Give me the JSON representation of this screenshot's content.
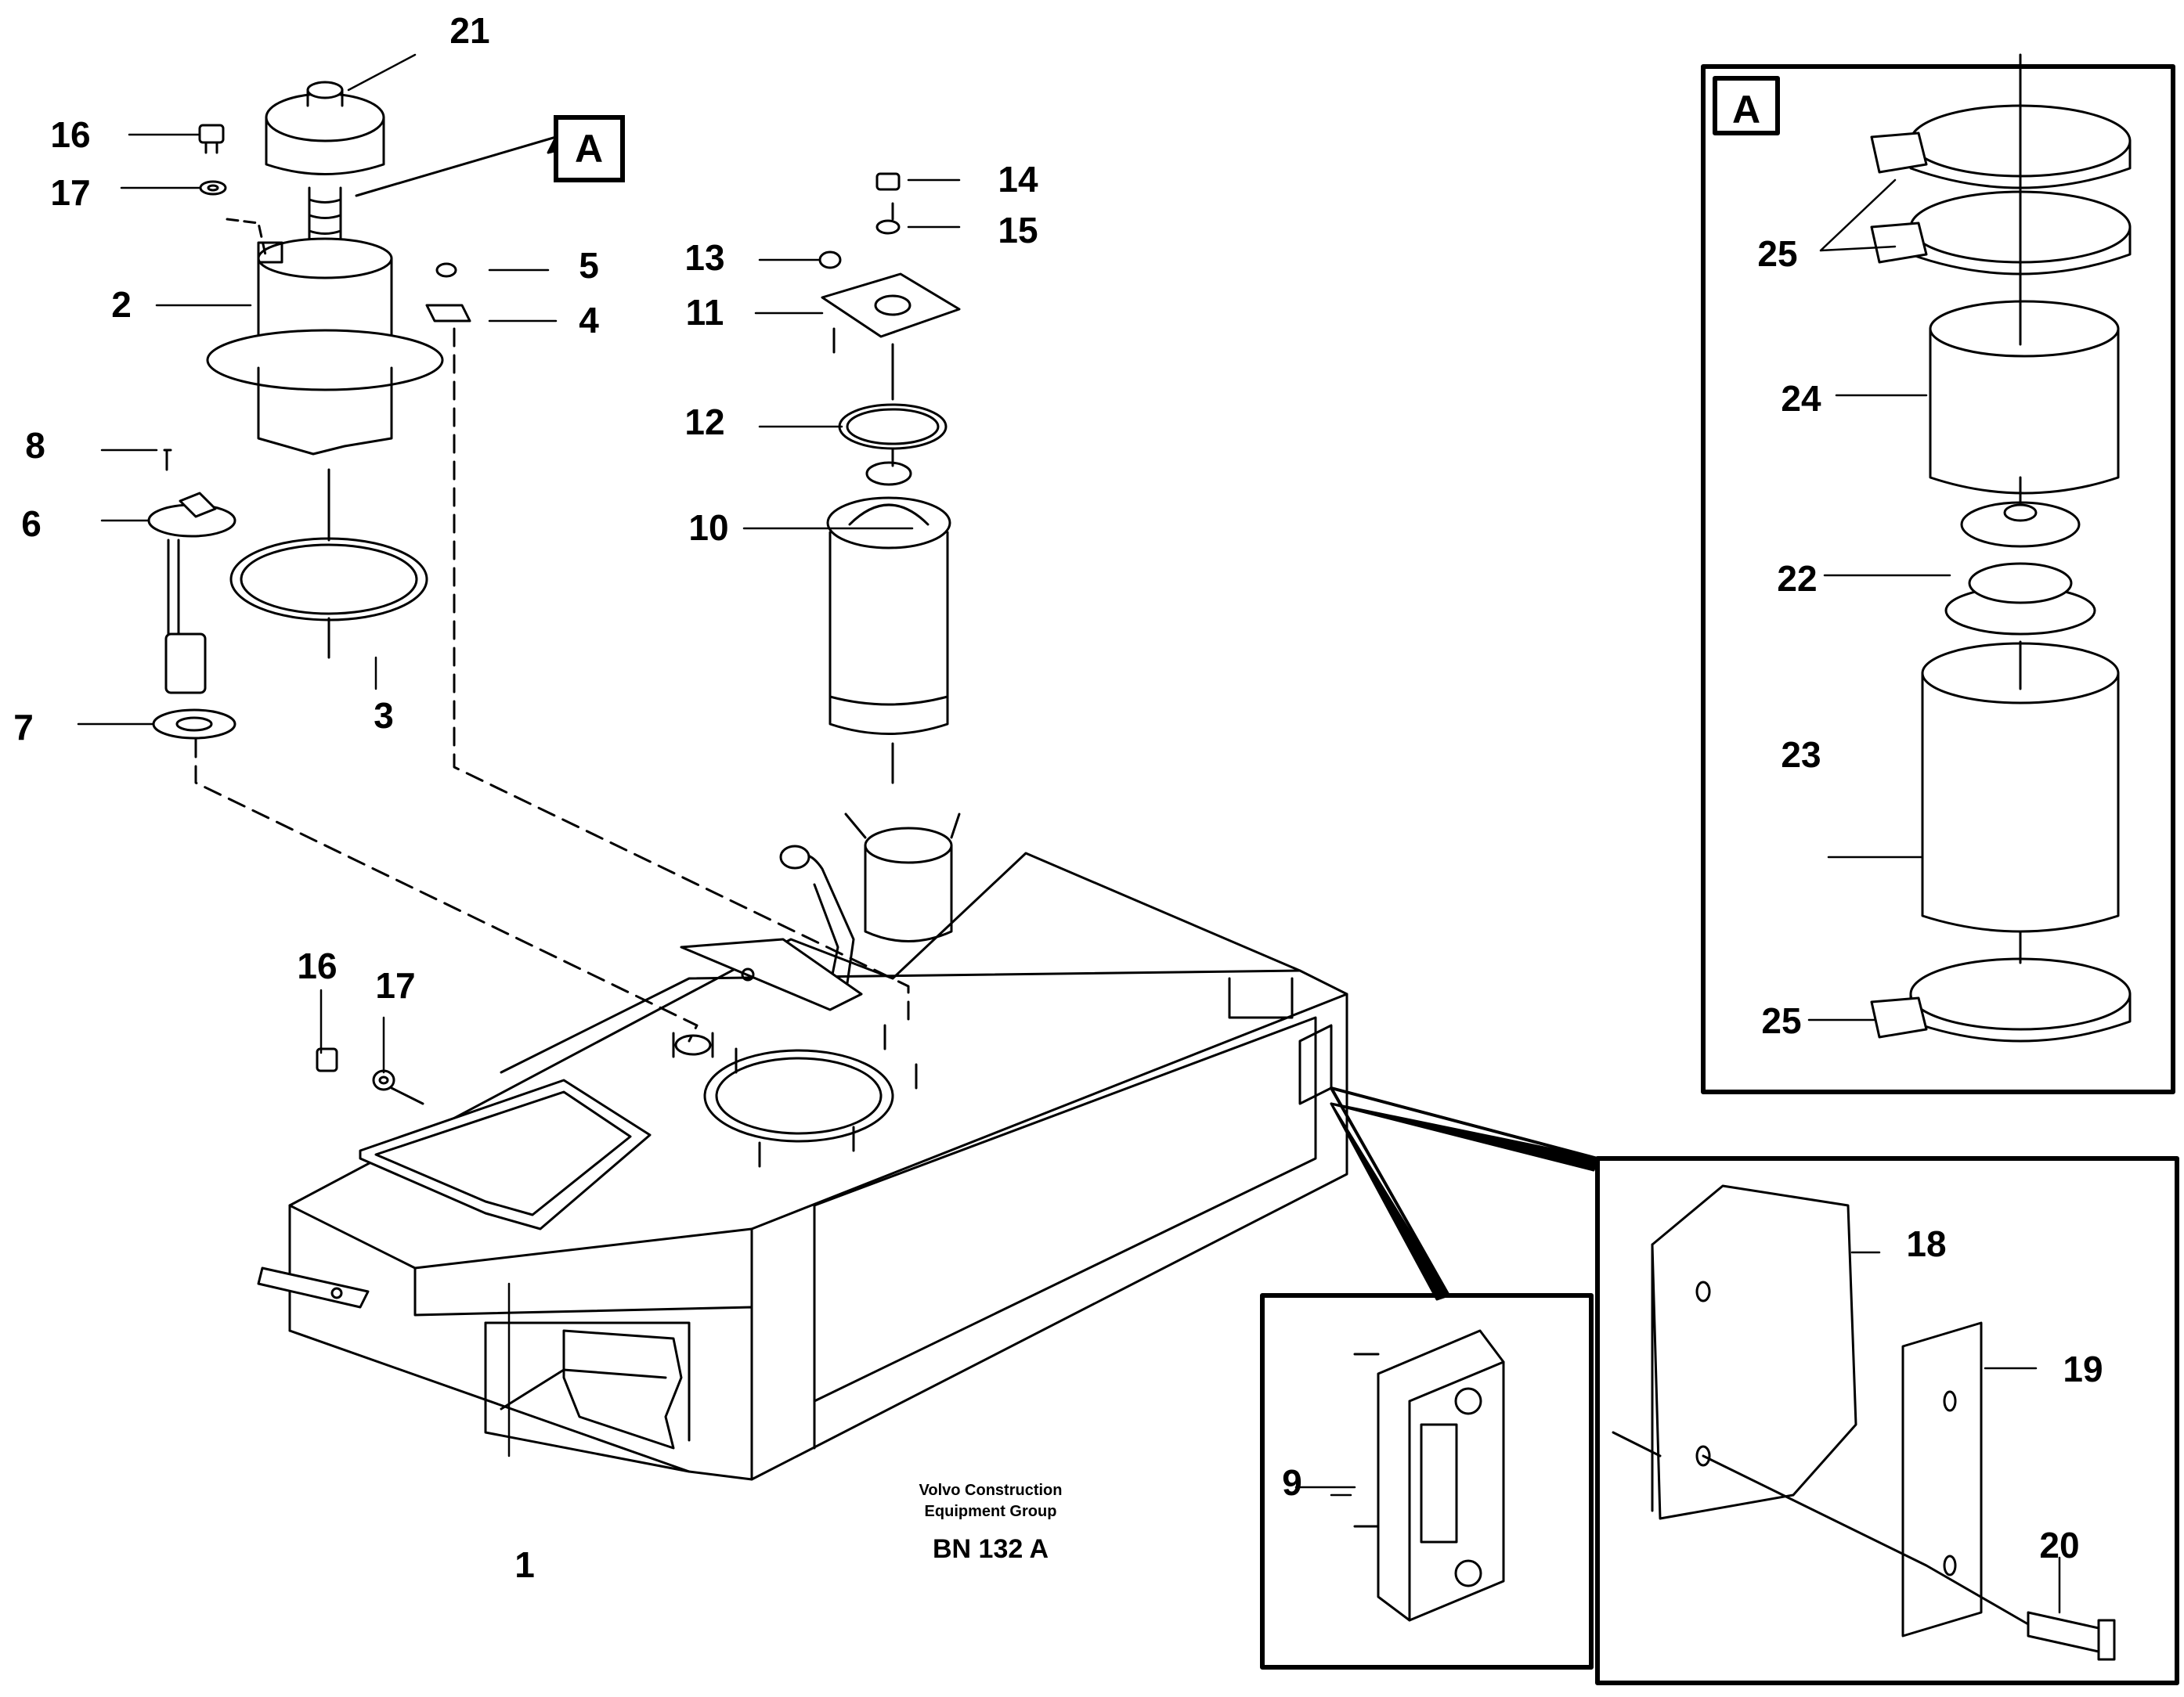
{
  "callouts": {
    "c1": "1",
    "c2": "2",
    "c3": "3",
    "c4": "4",
    "c5": "5",
    "c6": "6",
    "c7": "7",
    "c8": "8",
    "c9": "9",
    "c10": "10",
    "c11": "11",
    "c12": "12",
    "c13": "13",
    "c14": "14",
    "c15": "15",
    "c16a": "16",
    "c16b": "16",
    "c17a": "17",
    "c17b": "17",
    "c18": "18",
    "c19": "19",
    "c20": "20",
    "c21": "21",
    "c22": "22",
    "c23": "23",
    "c24": "24",
    "c25a": "25",
    "c25b": "25"
  },
  "detail_ref_label": "A",
  "detail_box_label": "A",
  "footer": {
    "company_line1": "Volvo Construction",
    "company_line2": "Equipment Group",
    "drawing_no": "BN 132 A"
  },
  "colors": {
    "ink": "#000000",
    "paper": "#ffffff"
  }
}
